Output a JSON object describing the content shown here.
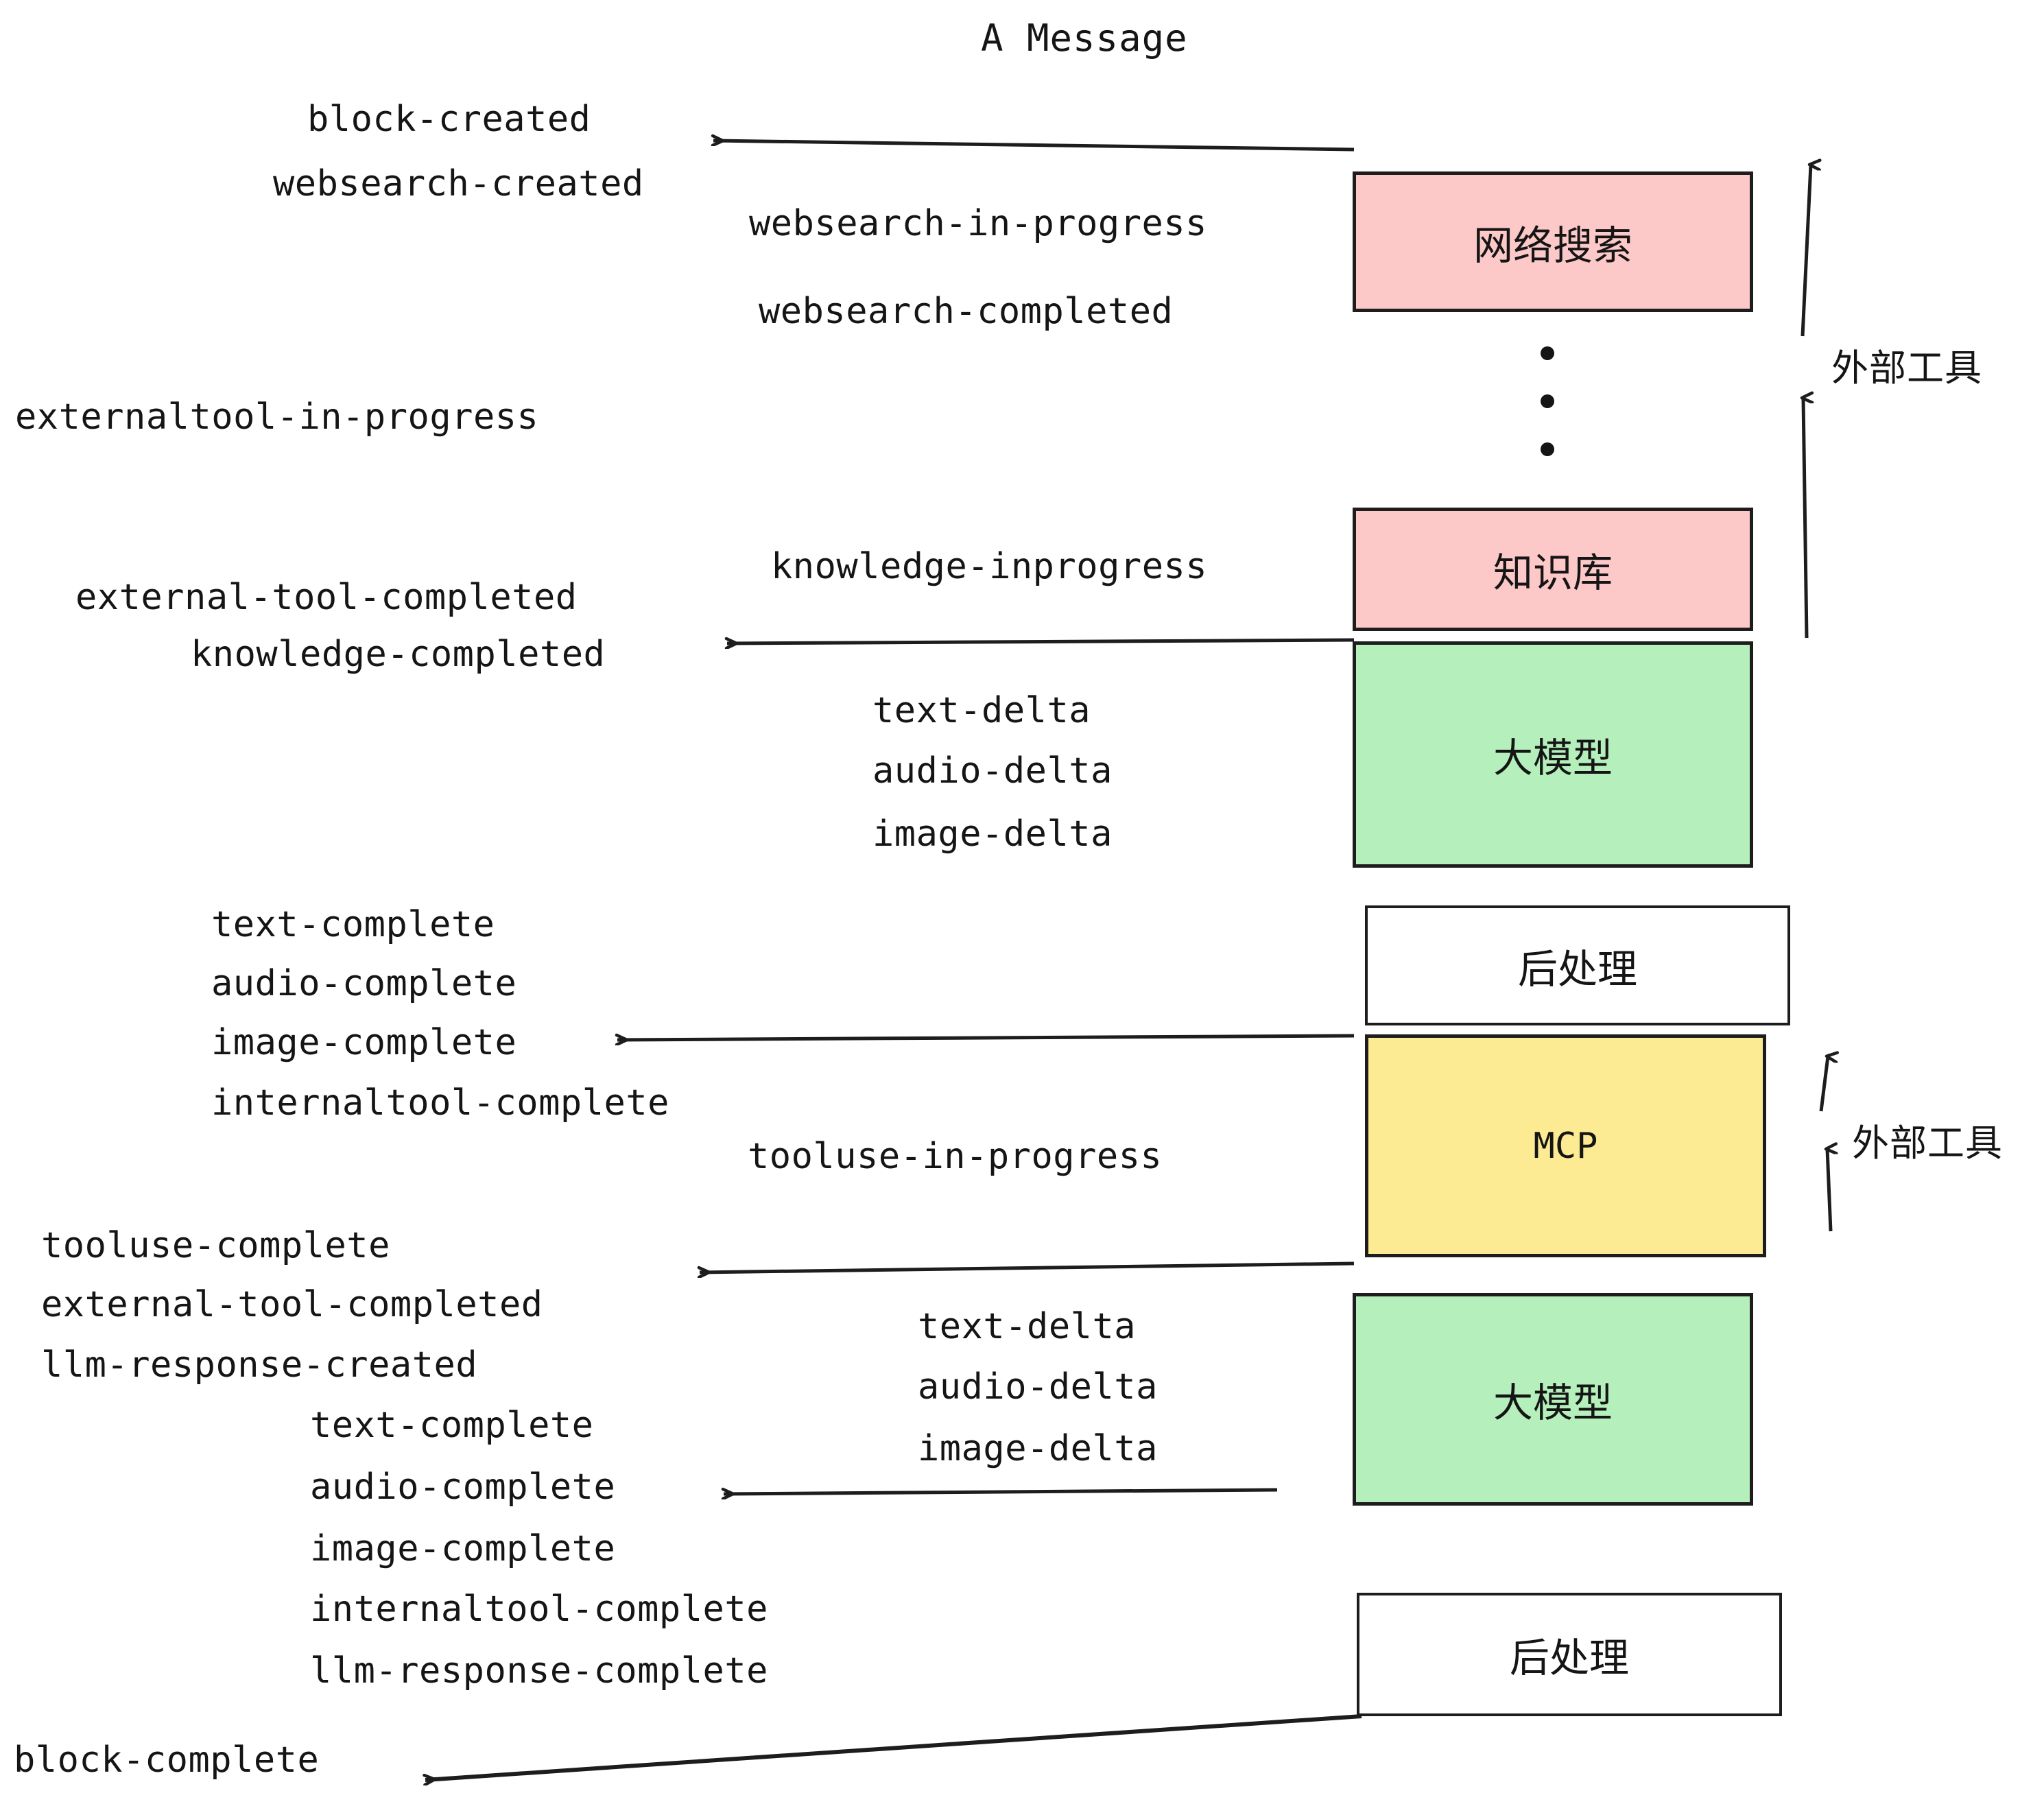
{
  "title": "A Message",
  "nodes": [
    {
      "key": "websearch",
      "label": "网络搜索",
      "fill": "#fcc8c8"
    },
    {
      "key": "knowledge",
      "label": "知识库",
      "fill": "#fcc8c8"
    },
    {
      "key": "llm_top",
      "label": "大模型",
      "fill": "#b5f0bc"
    },
    {
      "key": "post_top",
      "label": "后处理",
      "fill": "#ffffff"
    },
    {
      "key": "mcp",
      "label": "MCP",
      "fill": "#fceb93"
    },
    {
      "key": "llm_bottom",
      "label": "大模型",
      "fill": "#b5f0bc"
    },
    {
      "key": "post_bottom",
      "label": "后处理",
      "fill": "#ffffff"
    }
  ],
  "side_labels": {
    "external_tool_top": "外部工具",
    "external_tool_bottom": "外部工具"
  },
  "events": {
    "block_created": "block-created",
    "websearch_created": "websearch-created",
    "websearch_in_progress": "websearch-in-progress",
    "websearch_completed": "websearch-completed",
    "externaltool_in_progress": "externaltool-in-progress",
    "knowledge_inprogress": "knowledge-inprogress",
    "external_tool_completed_1": "external-tool-completed",
    "knowledge_completed": "knowledge-completed",
    "text_delta_1": "text-delta",
    "audio_delta_1": "audio-delta",
    "image_delta_1": "image-delta",
    "text_complete_1": "text-complete",
    "audio_complete_1": "audio-complete",
    "image_complete_1": "image-complete",
    "internaltool_complete_1": "internaltool-complete",
    "tooluse_in_progress": "tooluse-in-progress",
    "tooluse_complete": "tooluse-complete",
    "external_tool_completed_2": "external-tool-completed",
    "llm_response_created": "llm-response-created",
    "text_delta_2": "text-delta",
    "audio_delta_2": "audio-delta",
    "image_delta_2": "image-delta",
    "text_complete_2": "text-complete",
    "audio_complete_2": "audio-complete",
    "image_complete_2": "image-complete",
    "internaltool_complete_2": "internaltool-complete",
    "llm_response_complete": "llm-response-complete",
    "block_complete": "block-complete"
  },
  "colors": {
    "pink": "#fcc8c8",
    "green": "#b5f0bc",
    "yellow": "#fceb93",
    "white": "#ffffff",
    "stroke": "#1d1d1d",
    "text": "#151515",
    "background": "#ffffff"
  }
}
